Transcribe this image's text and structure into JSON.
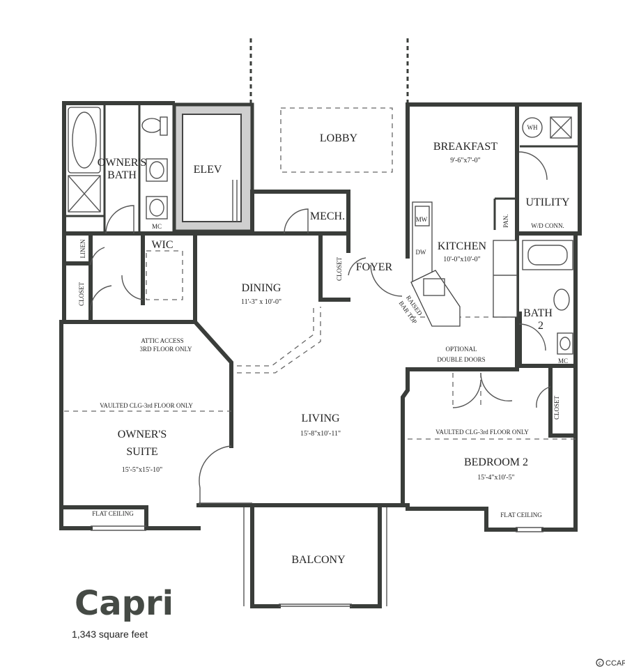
{
  "plan": {
    "name": "Capri",
    "area": "1,343 square feet",
    "copyright": "CCAR"
  },
  "rooms": {
    "lobby": "LOBBY",
    "elev": "ELEV",
    "owners_bath_line1": "OWNER'S",
    "owners_bath_line2": "BATH",
    "mc": "MC",
    "mech": "MECH.",
    "breakfast": "BREAKFAST",
    "breakfast_dim": "9'-6\"x7'-0\"",
    "utility": "UTILITY",
    "wd_conn": "W/D CONN.",
    "wh": "WH",
    "pan": "PAN.",
    "linen": "LINEN",
    "wic": "WIC",
    "closet": "CLOSET",
    "dining": "DINING",
    "dining_dim": "11'-3\" x 10'-0\"",
    "foyer": "FOYER",
    "kitchen": "KITCHEN",
    "kitchen_dim": "10'-0\"x10'-0\"",
    "mw": "MW",
    "dw": "DW",
    "raised_bar_line1": "RAISED",
    "raised_bar_line2": "BAR TOP",
    "bath2_line1": "BATH",
    "bath2_line2": "2",
    "attic_line1": "ATTIC ACCESS",
    "attic_line2": "3RD FLOOR ONLY",
    "optional_line1": "OPTIONAL",
    "optional_line2": "DOUBLE DOORS",
    "vaulted_left": "VAULTED CLG-3rd FLOOR ONLY",
    "vaulted_right": "VAULTED CLG-3rd FLOOR ONLY",
    "living": "LIVING",
    "living_dim": "15'-8\"x10'-11\"",
    "owners_suite_line1": "OWNER'S",
    "owners_suite_line2": "SUITE",
    "owners_suite_dim": "15'-5\"x15'-10\"",
    "bedroom2": "BEDROOM 2",
    "bedroom2_dim": "15'-4\"x10'-5\"",
    "flat_ceiling_left": "FLAT CEILING",
    "flat_ceiling_right": "FLAT CEILING",
    "balcony": "BALCONY"
  }
}
